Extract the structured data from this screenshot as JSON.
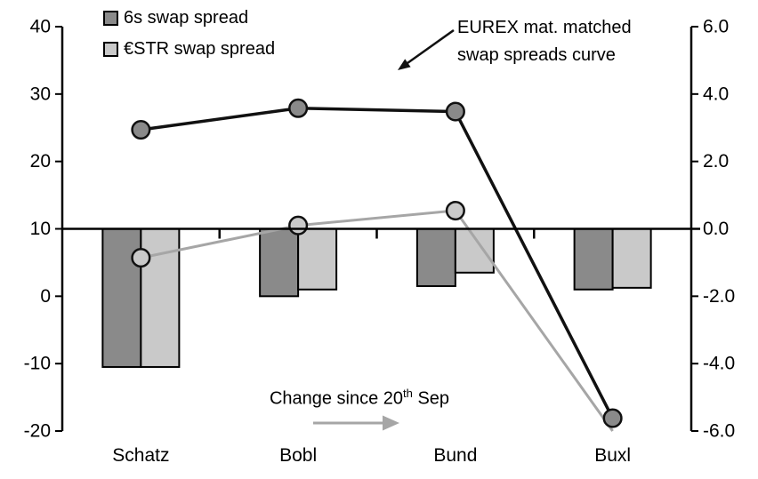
{
  "figure": {
    "background": "#ffffff"
  },
  "legend": {
    "items": [
      {
        "label": "6s swap spread",
        "color": "#8a8a8a"
      },
      {
        "label": "€STR swap spread",
        "color": "#c9c9c9"
      }
    ]
  },
  "annotations": {
    "curve_note": {
      "line1": "EUREX mat. matched",
      "line2": "swap spreads curve"
    },
    "change_note": {
      "prefix": "Change since 20",
      "superscript": "th",
      "suffix": " Sep"
    }
  },
  "chart_data": {
    "type": "combo: bar + line",
    "categories": [
      "Schatz",
      "Bobl",
      "Bund",
      "Buxl"
    ],
    "left_axis": {
      "ticks": [
        "40",
        "30",
        "20",
        "10",
        "0",
        "-10",
        "-20"
      ],
      "min": -20,
      "max": 40
    },
    "right_axis": {
      "ticks": [
        "6.0",
        "4.0",
        "2.0",
        "0.0",
        "-2.0",
        "-4.0",
        "-6.0"
      ],
      "min": -6,
      "max": 6
    },
    "grid": false,
    "legend_position": "top-left",
    "bar_series": [
      {
        "name": "6s swap spread (change since 20th Sep)",
        "axis": "right",
        "color": "#8a8a8a",
        "values": [
          -4.1,
          -2.0,
          -1.7,
          -1.8
        ]
      },
      {
        "name": "€STR swap spread (change since 20th Sep)",
        "axis": "right",
        "color": "#c9c9c9",
        "values": [
          -4.1,
          -1.8,
          -1.3,
          -1.75
        ]
      }
    ],
    "line_series": [
      {
        "name": "€STR swap spread curve",
        "axis": "left",
        "color": "#a6a6a6",
        "width": 3,
        "values": [
          5.7,
          10.5,
          12.7,
          -20.0
        ],
        "marker_fill": "#c9c9c9",
        "markers": [
          true,
          true,
          true,
          false
        ]
      },
      {
        "name": "6s swap spread curve (EUREX mat. matched)",
        "axis": "left",
        "color": "#111111",
        "width": 3.5,
        "values": [
          24.7,
          27.9,
          27.4,
          -18.1
        ],
        "marker_fill": "#8a8a8a",
        "markers": [
          true,
          true,
          true,
          true
        ]
      }
    ]
  }
}
